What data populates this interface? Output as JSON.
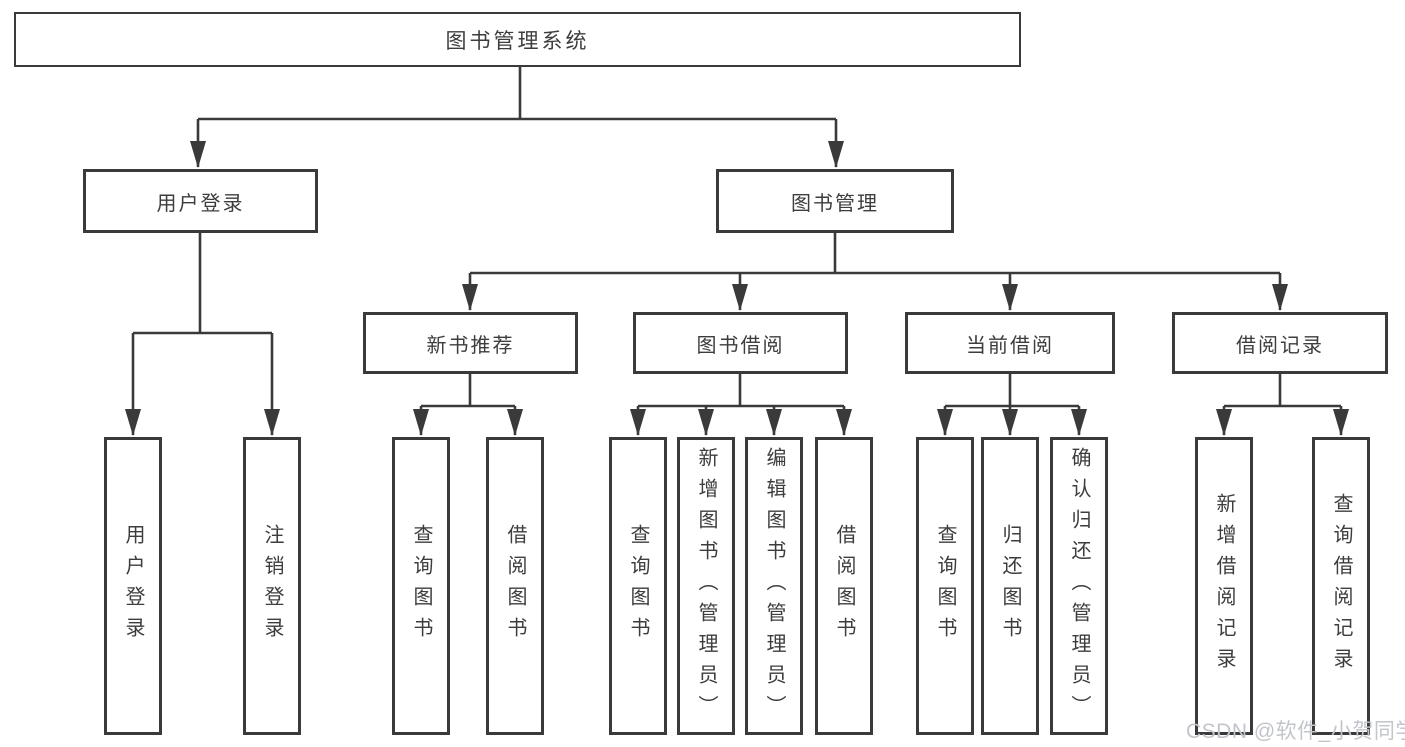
{
  "diagram": {
    "type": "hierarchy-tree",
    "root": "图书管理系统",
    "children": [
      {
        "label": "用户登录",
        "children": [
          "用户登录",
          "注销登录"
        ]
      },
      {
        "label": "图书管理",
        "children": [
          {
            "label": "新书推荐",
            "children": [
              "查询图书",
              "借阅图书"
            ]
          },
          {
            "label": "图书借阅",
            "children": [
              "查询图书",
              "新增图书（管理员）",
              "编辑图书（管理员）",
              "借阅图书"
            ]
          },
          {
            "label": "当前借阅",
            "children": [
              "查询图书",
              "归还图书",
              "确认归还（管理员）"
            ]
          },
          {
            "label": "借阅记录",
            "children": [
              "新增借阅记录",
              "查询借阅记录"
            ]
          }
        ]
      }
    ]
  },
  "watermark": {
    "text": "CSDN @软件_小贺同学"
  },
  "colors": {
    "line": "#3a3a3a",
    "border": "#3a3a3a",
    "text": "#3d3d3d",
    "background": "#ffffff",
    "watermark": "#c2c5cb"
  }
}
